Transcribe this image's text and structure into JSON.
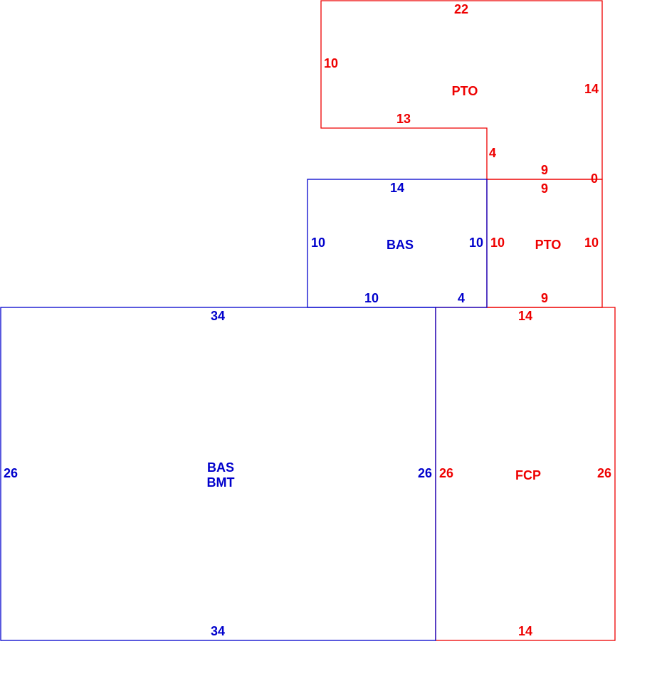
{
  "colors": {
    "existing": "#0000cc",
    "addition": "#ee0000"
  },
  "areas": [
    {
      "name": "PTO",
      "edges": {
        "top": "22",
        "left": "10",
        "right": "14",
        "inner_bottom": "13",
        "inner_right": "4",
        "bottom": "9",
        "bottom_right": "0"
      }
    },
    {
      "name": "PTO",
      "edges": {
        "top": "9",
        "left": "10",
        "right": "10",
        "bottom": "9"
      }
    },
    {
      "name": "BAS",
      "edges": {
        "top": "14",
        "left": "10",
        "right": "10",
        "bottom_left": "10",
        "bottom_right": "4"
      }
    },
    {
      "name": "BAS",
      "name2": "BMT",
      "edges": {
        "top": "34",
        "left": "26",
        "right": "26",
        "bottom": "34"
      }
    },
    {
      "name": "FCP",
      "edges": {
        "top": "14",
        "left": "26",
        "right": "26",
        "bottom": "14"
      }
    }
  ]
}
